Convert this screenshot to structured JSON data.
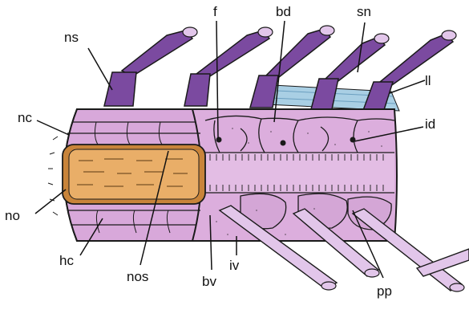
{
  "colors": {
    "body": "#dcaedd",
    "body_dark": "#c998cb",
    "spine": "#7b4aa0",
    "notochord": "#e9ae68",
    "notochord_edge": "#c8843a",
    "lateral_line": "#a9cfe4",
    "outline": "#1a1a1a",
    "text": "#111111"
  },
  "labels": [
    {
      "key": "ns",
      "text": "ns"
    },
    {
      "key": "f",
      "text": "f"
    },
    {
      "key": "bd",
      "text": "bd"
    },
    {
      "key": "sn",
      "text": "sn"
    },
    {
      "key": "ll",
      "text": "ll"
    },
    {
      "key": "nc",
      "text": "nc"
    },
    {
      "key": "id",
      "text": "id"
    },
    {
      "key": "no",
      "text": "no"
    },
    {
      "key": "hc",
      "text": "hc"
    },
    {
      "key": "nos",
      "text": "nos"
    },
    {
      "key": "bv",
      "text": "bv"
    },
    {
      "key": "iv",
      "text": "iv"
    },
    {
      "key": "pp",
      "text": "pp"
    }
  ]
}
